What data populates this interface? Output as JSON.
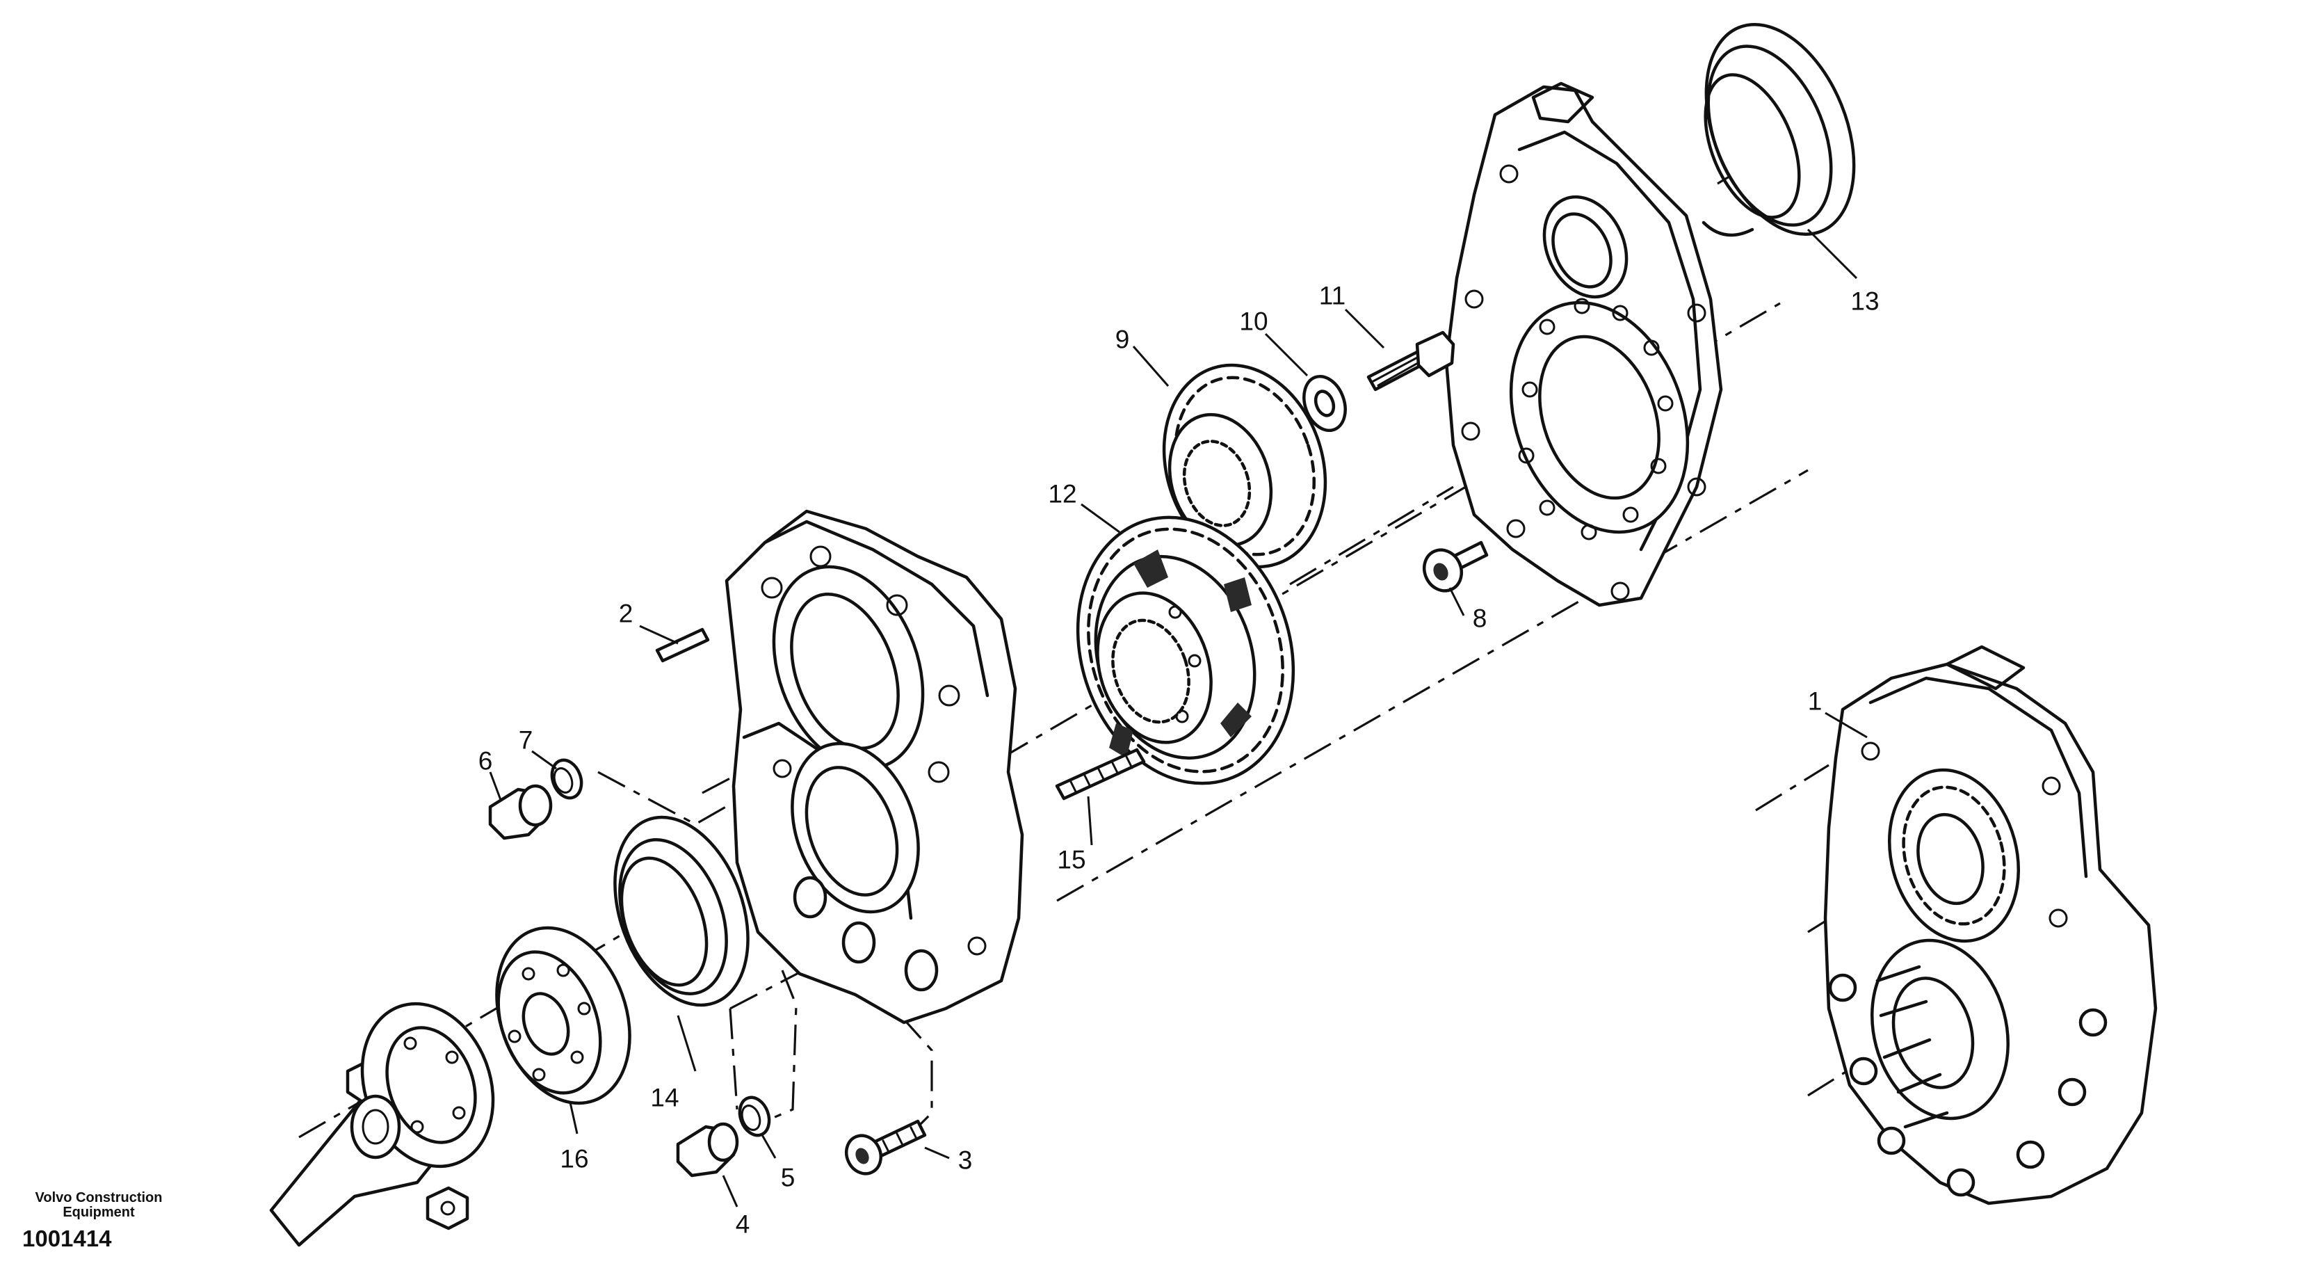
{
  "callouts": {
    "c1": "1",
    "c2": "2",
    "c3": "3",
    "c4": "4",
    "c5": "5",
    "c6": "6",
    "c7": "7",
    "c8": "8",
    "c9": "9",
    "c10": "10",
    "c11": "11",
    "c12": "12",
    "c13": "13",
    "c14": "14",
    "c15": "15",
    "c16": "16"
  },
  "footer": {
    "brand": "Volvo Construction Equipment",
    "doc_number": "1001414"
  }
}
